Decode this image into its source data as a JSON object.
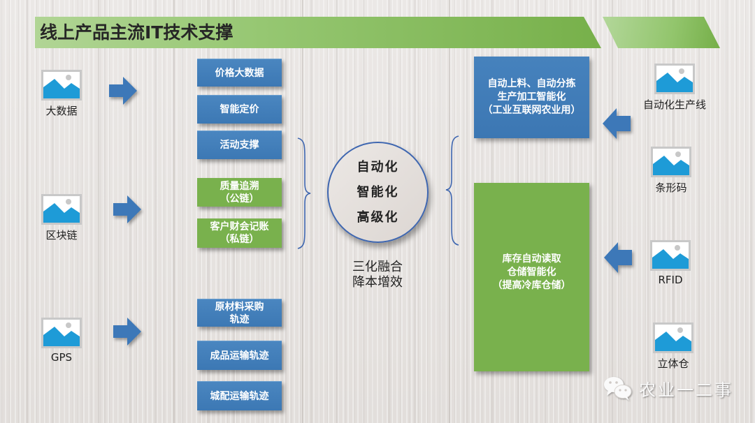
{
  "title": {
    "text": "线上产品主流IT技术支撑"
  },
  "left_sources": [
    {
      "label": "大数据",
      "icon": "image-placeholder-icon"
    },
    {
      "label": "区块链",
      "icon": "image-placeholder-icon"
    },
    {
      "label": "GPS",
      "icon": "image-placeholder-icon"
    }
  ],
  "left_boxes": {
    "big_data": [
      {
        "lines": [
          "价格大数据"
        ],
        "color": "#3f7bb7"
      },
      {
        "lines": [
          "智能定价"
        ],
        "color": "#3f7bb7"
      },
      {
        "lines": [
          "活动支撑"
        ],
        "color": "#3f7bb7"
      }
    ],
    "blockchain": [
      {
        "lines": [
          "质量追溯",
          "（公链）"
        ],
        "color": "#79b14d"
      },
      {
        "lines": [
          "客户财会记账",
          "（私链）"
        ],
        "color": "#79b14d"
      }
    ],
    "gps": [
      {
        "lines": [
          "原材料采购",
          "轨迹"
        ],
        "color": "#3f7bb7"
      },
      {
        "lines": [
          "成品运输轨迹"
        ],
        "color": "#3f7bb7"
      },
      {
        "lines": [
          "城配运输轨迹"
        ],
        "color": "#3f7bb7"
      }
    ]
  },
  "center": {
    "circle_lines": [
      "自动化",
      "智能化",
      "高级化"
    ],
    "caption_lines": [
      "三化融合",
      "降本增效"
    ],
    "circle_border_color": "#3e66b0"
  },
  "right_boxes": [
    {
      "lines": [
        "自动上料、自动分拣",
        "生产加工智能化",
        "（工业互联网农业用）"
      ],
      "color": "#3f7bb7"
    },
    {
      "lines": [
        "库存自动读取",
        "仓储智能化",
        "（提高冷库仓储）"
      ],
      "color": "#79b14d"
    }
  ],
  "right_sources": [
    {
      "label": "自动化生产线",
      "icon": "image-placeholder-icon"
    },
    {
      "label": "条形码",
      "icon": "image-placeholder-icon"
    },
    {
      "label": "RFID",
      "icon": "image-placeholder-icon"
    },
    {
      "label": "立体仓",
      "icon": "image-placeholder-icon"
    }
  ],
  "watermark": {
    "icon": "wechat-icon",
    "text": "农业一二事"
  },
  "colors": {
    "title_green": "#8fc36a",
    "box_blue": "#3f7bb7",
    "box_green": "#79b14d",
    "icon_blue": "#1e9bd7",
    "arrow_blue": "#3d78b8"
  }
}
